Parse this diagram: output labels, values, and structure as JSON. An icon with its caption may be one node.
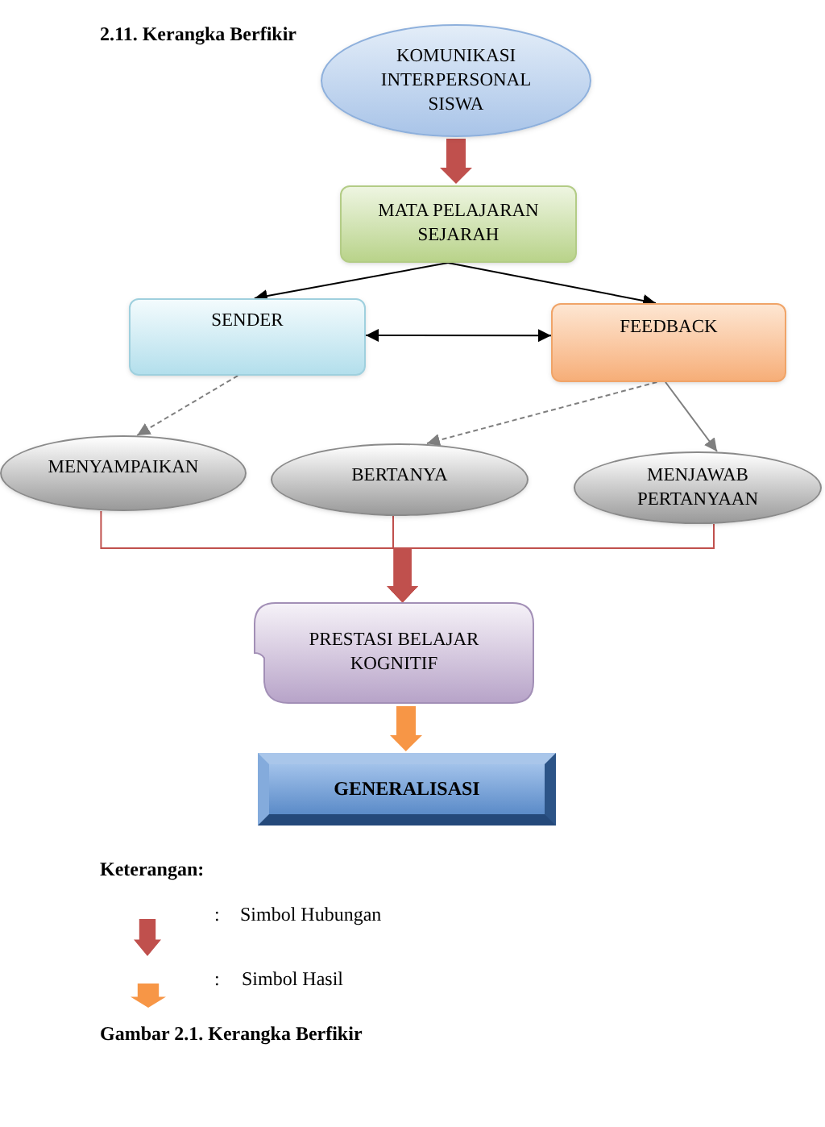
{
  "diagram": {
    "title": "2.11. Kerangka Berfikir",
    "caption": "Gambar 2.1. Kerangka Berfikir",
    "nodes": [
      {
        "text": [
          "KOMUNIKASI INTERPERSONAL SISWA"
        ]
      },
      {
        "text": [
          "MATA PELAJARAN SEJARAH"
        ]
      },
      {
        "text": [
          "SENDER"
        ]
      },
      {
        "text": [
          "FEEDBACK"
        ]
      },
      {
        "text": [
          "MENYAMPAIKAN"
        ]
      },
      {
        "text": [
          "BERTANYA"
        ]
      },
      {
        "text": [
          "MENJAWAB PERTANYAAN"
        ]
      },
      {
        "text": [
          "PRESTASI BELAJAR KOGNITIF"
        ]
      },
      {
        "text": [
          "GENERALISASI"
        ]
      }
    ],
    "edges": [
      {
        "from": 0,
        "to": 1,
        "arrow": "to",
        "style": "thick",
        "color": "#c0504d"
      },
      {
        "from": 1,
        "to": 2,
        "arrow": "to"
      },
      {
        "from": 1,
        "to": 3,
        "arrow": "to"
      },
      {
        "from": 2,
        "to": 3,
        "arrow": "both"
      },
      {
        "from": 2,
        "to": 4,
        "arrow": "to",
        "style": "dashed",
        "color": "#7f7f7f"
      },
      {
        "from": 3,
        "to": 5,
        "arrow": "to",
        "style": "dashed",
        "color": "#7f7f7f"
      },
      {
        "from": 3,
        "to": 6,
        "arrow": "to",
        "color": "#7f7f7f"
      },
      {
        "from": 4,
        "to": 7,
        "arrow": "to",
        "style": "thick",
        "color": "#c0504d"
      },
      {
        "from": 5,
        "to": 7,
        "arrow": "to",
        "style": "thick",
        "color": "#c0504d"
      },
      {
        "from": 6,
        "to": 7,
        "arrow": "to",
        "style": "thick",
        "color": "#c0504d"
      },
      {
        "from": 7,
        "to": 8,
        "arrow": "to",
        "style": "thick",
        "color": "#f79646"
      }
    ],
    "labels": [
      "Keterangan:",
      ":",
      ":"
    ],
    "legend": [
      {
        "text": "Simbol Hubungan",
        "color": "#c0504d"
      },
      {
        "text": "Simbol Hasil",
        "color": "#f79646"
      }
    ]
  }
}
